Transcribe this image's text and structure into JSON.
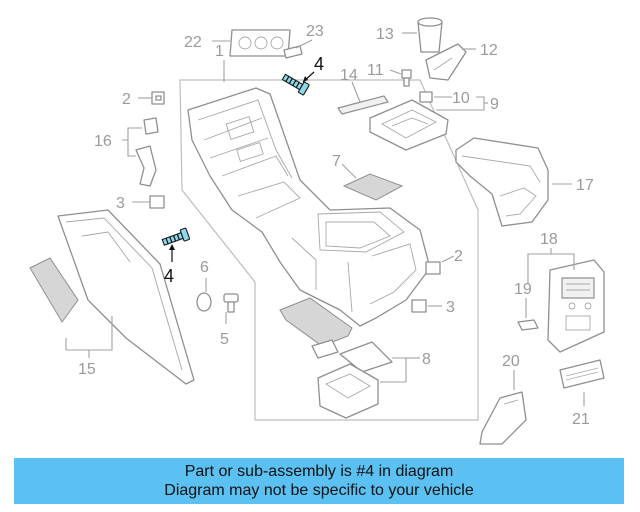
{
  "diagram": {
    "callouts": {
      "c1": "1",
      "c2a": "2",
      "c2b": "2",
      "c3a": "3",
      "c3b": "3",
      "c4a": "4",
      "c4b": "4",
      "c5": "5",
      "c6": "6",
      "c7": "7",
      "c8": "8",
      "c9": "9",
      "c10": "10",
      "c11": "11",
      "c12": "12",
      "c13": "13",
      "c14": "14",
      "c15": "15",
      "c16": "16",
      "c17": "17",
      "c18": "18",
      "c19": "19",
      "c20": "20",
      "c21": "21",
      "c22": "22",
      "c23": "23"
    },
    "highlight_color": "#8fd8ec",
    "highlighted_part": "4"
  },
  "banner": {
    "line1": "Part or sub-assembly is #4 in diagram",
    "line2": "Diagram may not be specific to your vehicle",
    "background": "#5bc0f2"
  }
}
